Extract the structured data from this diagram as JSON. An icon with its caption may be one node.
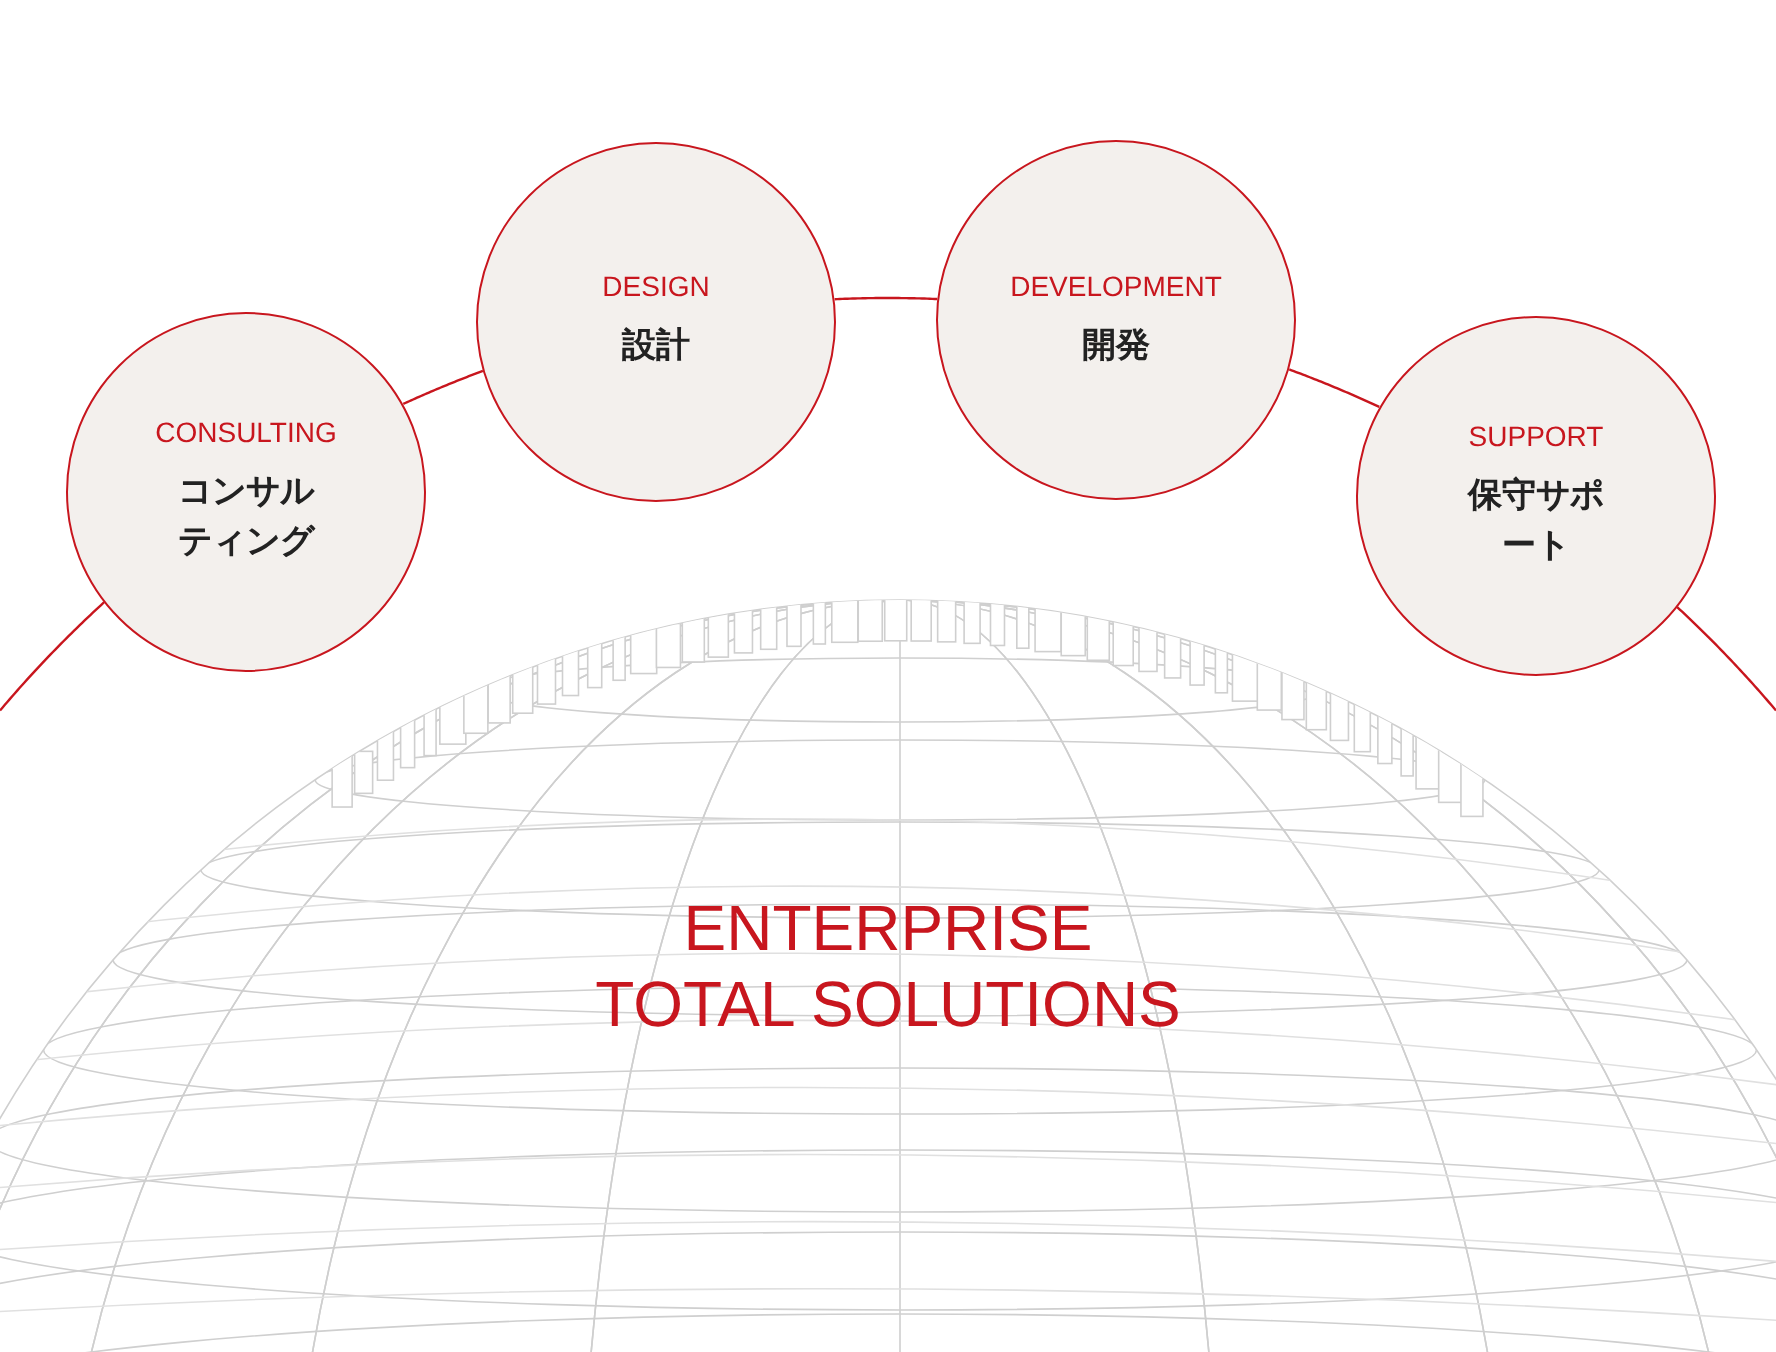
{
  "diagram": {
    "nodes": [
      {
        "text": [
          "CONSULTING",
          "コンサルティング"
        ]
      },
      {
        "text": [
          "DESIGN",
          "設計"
        ]
      },
      {
        "text": [
          "DEVELOPMENT",
          "開発"
        ]
      },
      {
        "text": [
          "SUPPORT",
          "保守サポート"
        ]
      }
    ],
    "edges": [
      {
        "from": null,
        "to": 0,
        "arrow": "none"
      },
      {
        "from": 0,
        "to": 1,
        "arrow": "none"
      },
      {
        "from": 1,
        "to": 2,
        "arrow": "none"
      },
      {
        "from": 2,
        "to": 3,
        "arrow": "none"
      },
      {
        "from": 3,
        "to": null,
        "arrow": "none"
      }
    ],
    "labels": [
      "ENTERPRISE TOTAL SOLUTIONS"
    ]
  }
}
